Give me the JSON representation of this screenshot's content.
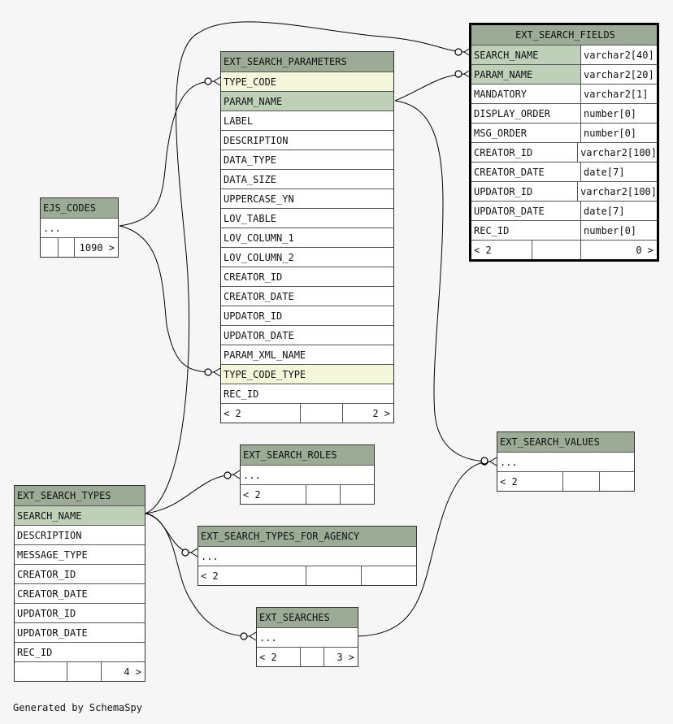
{
  "tables": {
    "ext_search_fields": {
      "name": "EXT_SEARCH_FIELDS",
      "columns": [
        {
          "name": "SEARCH_NAME",
          "type": "varchar2[40]"
        },
        {
          "name": "PARAM_NAME",
          "type": "varchar2[20]"
        },
        {
          "name": "MANDATORY",
          "type": "varchar2[1]"
        },
        {
          "name": "DISPLAY_ORDER",
          "type": "number[0]"
        },
        {
          "name": "MSG_ORDER",
          "type": "number[0]"
        },
        {
          "name": "CREATOR_ID",
          "type": "varchar2[100]"
        },
        {
          "name": "CREATOR_DATE",
          "type": "date[7]"
        },
        {
          "name": "UPDATOR_ID",
          "type": "varchar2[100]"
        },
        {
          "name": "UPDATOR_DATE",
          "type": "date[7]"
        },
        {
          "name": "REC_ID",
          "type": "number[0]"
        }
      ],
      "footer": {
        "parents": "< 2",
        "middle": "",
        "children": "0 >"
      }
    },
    "ext_search_parameters": {
      "name": "EXT_SEARCH_PARAMETERS",
      "columns": [
        "TYPE_CODE",
        "PARAM_NAME",
        "LABEL",
        "DESCRIPTION",
        "DATA_TYPE",
        "DATA_SIZE",
        "UPPERCASE_YN",
        "LOV_TABLE",
        "LOV_COLUMN_1",
        "LOV_COLUMN_2",
        "CREATOR_ID",
        "CREATOR_DATE",
        "UPDATOR_ID",
        "UPDATOR_DATE",
        "PARAM_XML_NAME",
        "TYPE_CODE_TYPE",
        "REC_ID"
      ],
      "footer": {
        "parents": "< 2",
        "middle": "",
        "children": "2 >"
      }
    },
    "ejs_codes": {
      "name": "EJS_CODES",
      "columns": [
        "..."
      ],
      "footer": {
        "parents": "",
        "middle": "",
        "children": "1090 >"
      }
    },
    "ext_search_roles": {
      "name": "EXT_SEARCH_ROLES",
      "columns": [
        "..."
      ],
      "footer": {
        "parents": "< 2",
        "middle": "",
        "children": ""
      }
    },
    "ext_search_values": {
      "name": "EXT_SEARCH_VALUES",
      "columns": [
        "..."
      ],
      "footer": {
        "parents": "< 2",
        "middle": "",
        "children": ""
      }
    },
    "ext_search_types": {
      "name": "EXT_SEARCH_TYPES",
      "columns": [
        "SEARCH_NAME",
        "DESCRIPTION",
        "MESSAGE_TYPE",
        "CREATOR_ID",
        "CREATOR_DATE",
        "UPDATOR_ID",
        "UPDATOR_DATE",
        "REC_ID"
      ],
      "footer": {
        "parents": "",
        "middle": "",
        "children": "4 >"
      }
    },
    "ext_search_types_for_agency": {
      "name": "EXT_SEARCH_TYPES_FOR_AGENCY",
      "columns": [
        "..."
      ],
      "footer": {
        "parents": "< 2",
        "middle": "",
        "children": ""
      }
    },
    "ext_searches": {
      "name": "EXT_SEARCHES",
      "columns": [
        "..."
      ],
      "footer": {
        "parents": "< 2",
        "middle": "",
        "children": "3 >"
      }
    }
  },
  "footer_note": "Generated by SchemaSpy",
  "colors": {
    "header": "#9bab96",
    "primary_key": "#bfd0b9",
    "foreign_key": "#f4f7da",
    "background": "#f6f6f6"
  }
}
